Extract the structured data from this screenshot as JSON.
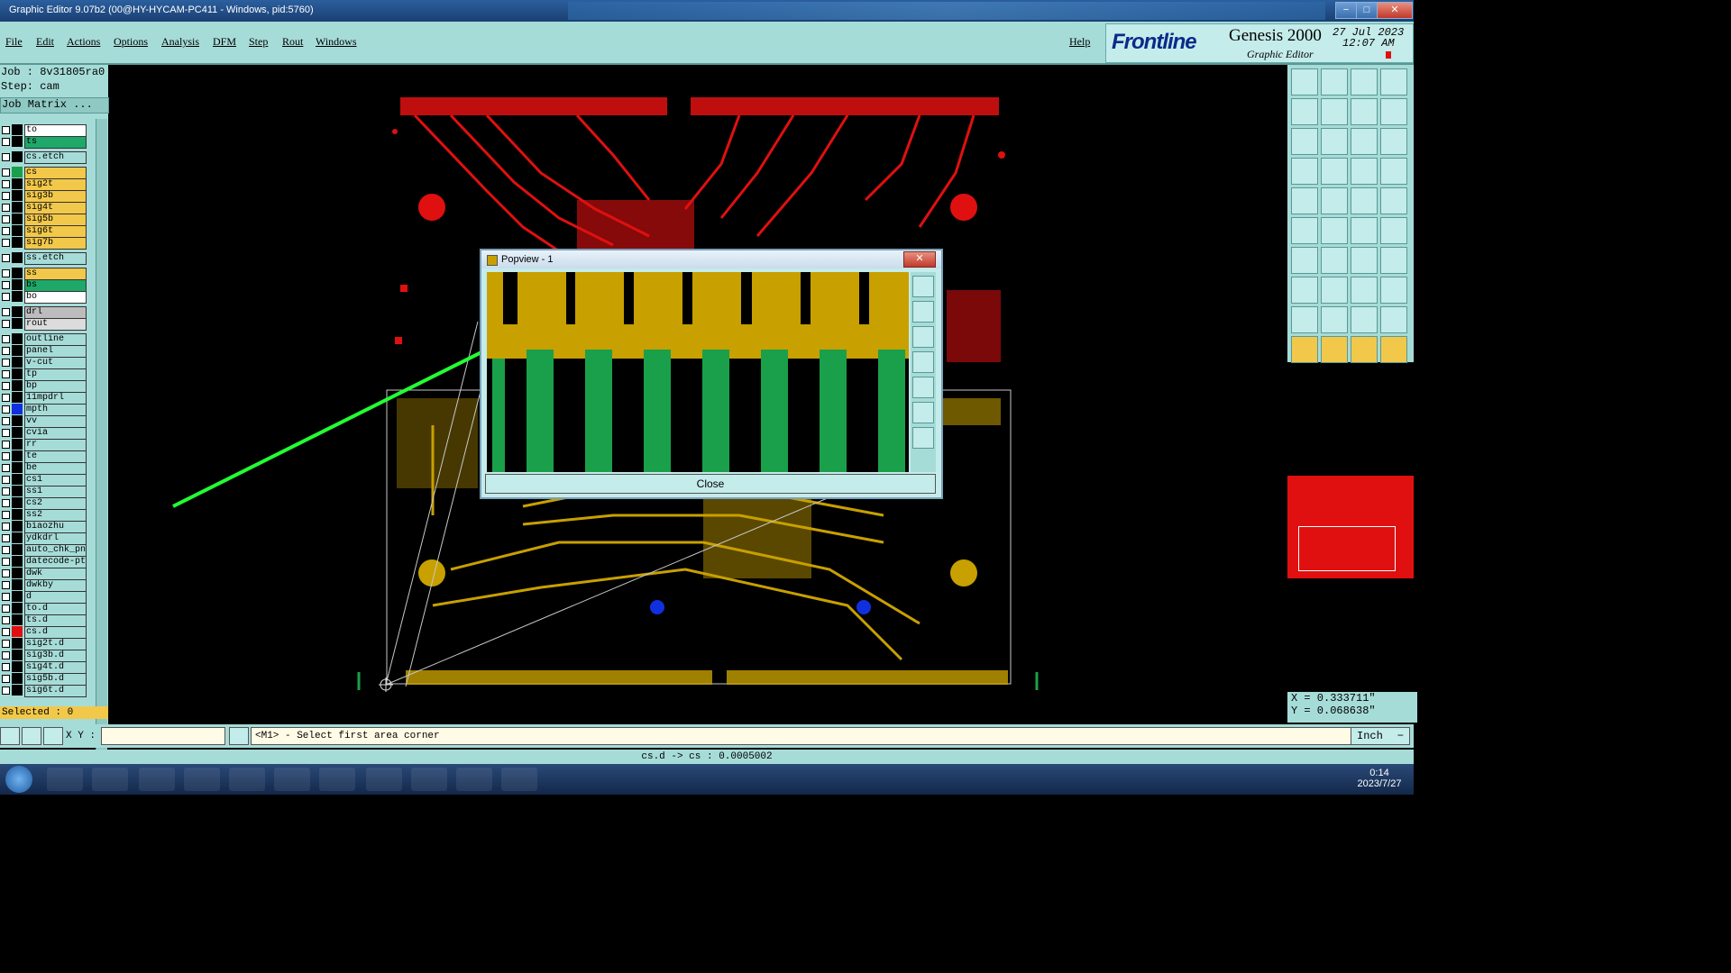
{
  "window": {
    "title": "Graphic Editor 9.07b2 (00@HY-HYCAM-PC411 - Windows, pid:5760)",
    "minimize": "−",
    "maximize": "□",
    "close": "✕"
  },
  "menu": {
    "items": [
      "File",
      "Edit",
      "Actions",
      "Options",
      "Analysis",
      "DFM",
      "Step",
      "Rout",
      "Windows"
    ],
    "help": "Help"
  },
  "branding": {
    "frontline": "Frontline",
    "product": "Genesis 2000",
    "subtitle": "Graphic Editor",
    "date": "27 Jul 2023",
    "time": "12:07 AM"
  },
  "job": {
    "job_label": "Job : 8v31805ra0",
    "step_label": "Step: cam",
    "matrix_button": "Job Matrix ..."
  },
  "layers": [
    {
      "name": "to",
      "swatch": "#000",
      "fill": "#ffffff"
    },
    {
      "name": "ts",
      "swatch": "#000",
      "fill": "#1ea86a"
    },
    {
      "name": "cs.etch",
      "swatch": "#000",
      "fill": "#a6dcd8"
    },
    {
      "name": "cs",
      "swatch": "#1aa04a",
      "fill": "#f2c84a"
    },
    {
      "name": "sig2t",
      "swatch": "#000",
      "fill": "#f2c84a"
    },
    {
      "name": "sig3b",
      "swatch": "#000",
      "fill": "#f2c84a"
    },
    {
      "name": "sig4t",
      "swatch": "#000",
      "fill": "#f2c84a"
    },
    {
      "name": "sig5b",
      "swatch": "#000",
      "fill": "#f2c84a"
    },
    {
      "name": "sig6t",
      "swatch": "#000",
      "fill": "#f2c84a"
    },
    {
      "name": "sig7b",
      "swatch": "#000",
      "fill": "#f2c84a"
    },
    {
      "name": "ss.etch",
      "swatch": "#000",
      "fill": "#a6dcd8"
    },
    {
      "name": "ss",
      "swatch": "#000",
      "fill": "#f2c84a"
    },
    {
      "name": "bs",
      "swatch": "#000",
      "fill": "#1ea86a"
    },
    {
      "name": "bo",
      "swatch": "#000",
      "fill": "#ffffff"
    },
    {
      "name": "drl",
      "swatch": "#000",
      "fill": "#bcbcbc"
    },
    {
      "name": "rout",
      "swatch": "#000",
      "fill": "#dcdcdc"
    },
    {
      "name": "outline",
      "swatch": "#000",
      "fill": "#a6dcd8"
    },
    {
      "name": "panel",
      "swatch": "#000",
      "fill": "#a6dcd8"
    },
    {
      "name": "v-cut",
      "swatch": "#000",
      "fill": "#a6dcd8"
    },
    {
      "name": "tp",
      "swatch": "#000",
      "fill": "#a6dcd8"
    },
    {
      "name": "bp",
      "swatch": "#000",
      "fill": "#a6dcd8"
    },
    {
      "name": "11mpdrl",
      "swatch": "#000",
      "fill": "#a6dcd8"
    },
    {
      "name": "mpth",
      "swatch": "#1030e0",
      "fill": "#a6dcd8"
    },
    {
      "name": "vv",
      "swatch": "#000",
      "fill": "#a6dcd8"
    },
    {
      "name": "cvia",
      "swatch": "#000",
      "fill": "#a6dcd8"
    },
    {
      "name": "rr",
      "swatch": "#000",
      "fill": "#a6dcd8"
    },
    {
      "name": "te",
      "swatch": "#000",
      "fill": "#a6dcd8"
    },
    {
      "name": "be",
      "swatch": "#000",
      "fill": "#a6dcd8"
    },
    {
      "name": "cs1",
      "swatch": "#000",
      "fill": "#a6dcd8"
    },
    {
      "name": "ss1",
      "swatch": "#000",
      "fill": "#a6dcd8"
    },
    {
      "name": "cs2",
      "swatch": "#000",
      "fill": "#a6dcd8"
    },
    {
      "name": "ss2",
      "swatch": "#000",
      "fill": "#a6dcd8"
    },
    {
      "name": "biaozhu",
      "swatch": "#000",
      "fill": "#a6dcd8"
    },
    {
      "name": "ydkdrl",
      "swatch": "#000",
      "fill": "#a6dcd8"
    },
    {
      "name": "auto_chk_pn",
      "swatch": "#000",
      "fill": "#a6dcd8"
    },
    {
      "name": "datecode-pt",
      "swatch": "#000",
      "fill": "#a6dcd8"
    },
    {
      "name": "dwk",
      "swatch": "#000",
      "fill": "#a6dcd8"
    },
    {
      "name": "dwkby",
      "swatch": "#000",
      "fill": "#a6dcd8"
    },
    {
      "name": "d",
      "swatch": "#000",
      "fill": "#a6dcd8"
    },
    {
      "name": "to.d",
      "swatch": "#000",
      "fill": "#a6dcd8"
    },
    {
      "name": "ts.d",
      "swatch": "#000",
      "fill": "#a6dcd8"
    },
    {
      "name": "cs.d",
      "swatch": "#e01010",
      "fill": "#a6dcd8"
    },
    {
      "name": "sig2t.d",
      "swatch": "#000",
      "fill": "#a6dcd8"
    },
    {
      "name": "sig3b.d",
      "swatch": "#000",
      "fill": "#a6dcd8"
    },
    {
      "name": "sig4t.d",
      "swatch": "#000",
      "fill": "#a6dcd8"
    },
    {
      "name": "sig5b.d",
      "swatch": "#000",
      "fill": "#a6dcd8"
    },
    {
      "name": "sig6t.d",
      "swatch": "#000",
      "fill": "#a6dcd8"
    }
  ],
  "selected": "Selected : 0",
  "popview": {
    "title": "Popview - 1",
    "close_button": "Close"
  },
  "cmd": {
    "xy_label": "X Y :",
    "prompt": "<M1> - Select first area corner",
    "unit": "Inch"
  },
  "status": "cs.d -> cs : 0.0005002",
  "coords": {
    "x": "X = 0.333711\"",
    "y": "Y = 0.068638\""
  },
  "taskbar": {
    "time": "0:14",
    "date": "2023/7/27"
  },
  "colors": {
    "panel": "#a6dcd8",
    "copper": "#c8a000",
    "green_pad": "#1aa04a",
    "red_layer": "#e01010"
  }
}
